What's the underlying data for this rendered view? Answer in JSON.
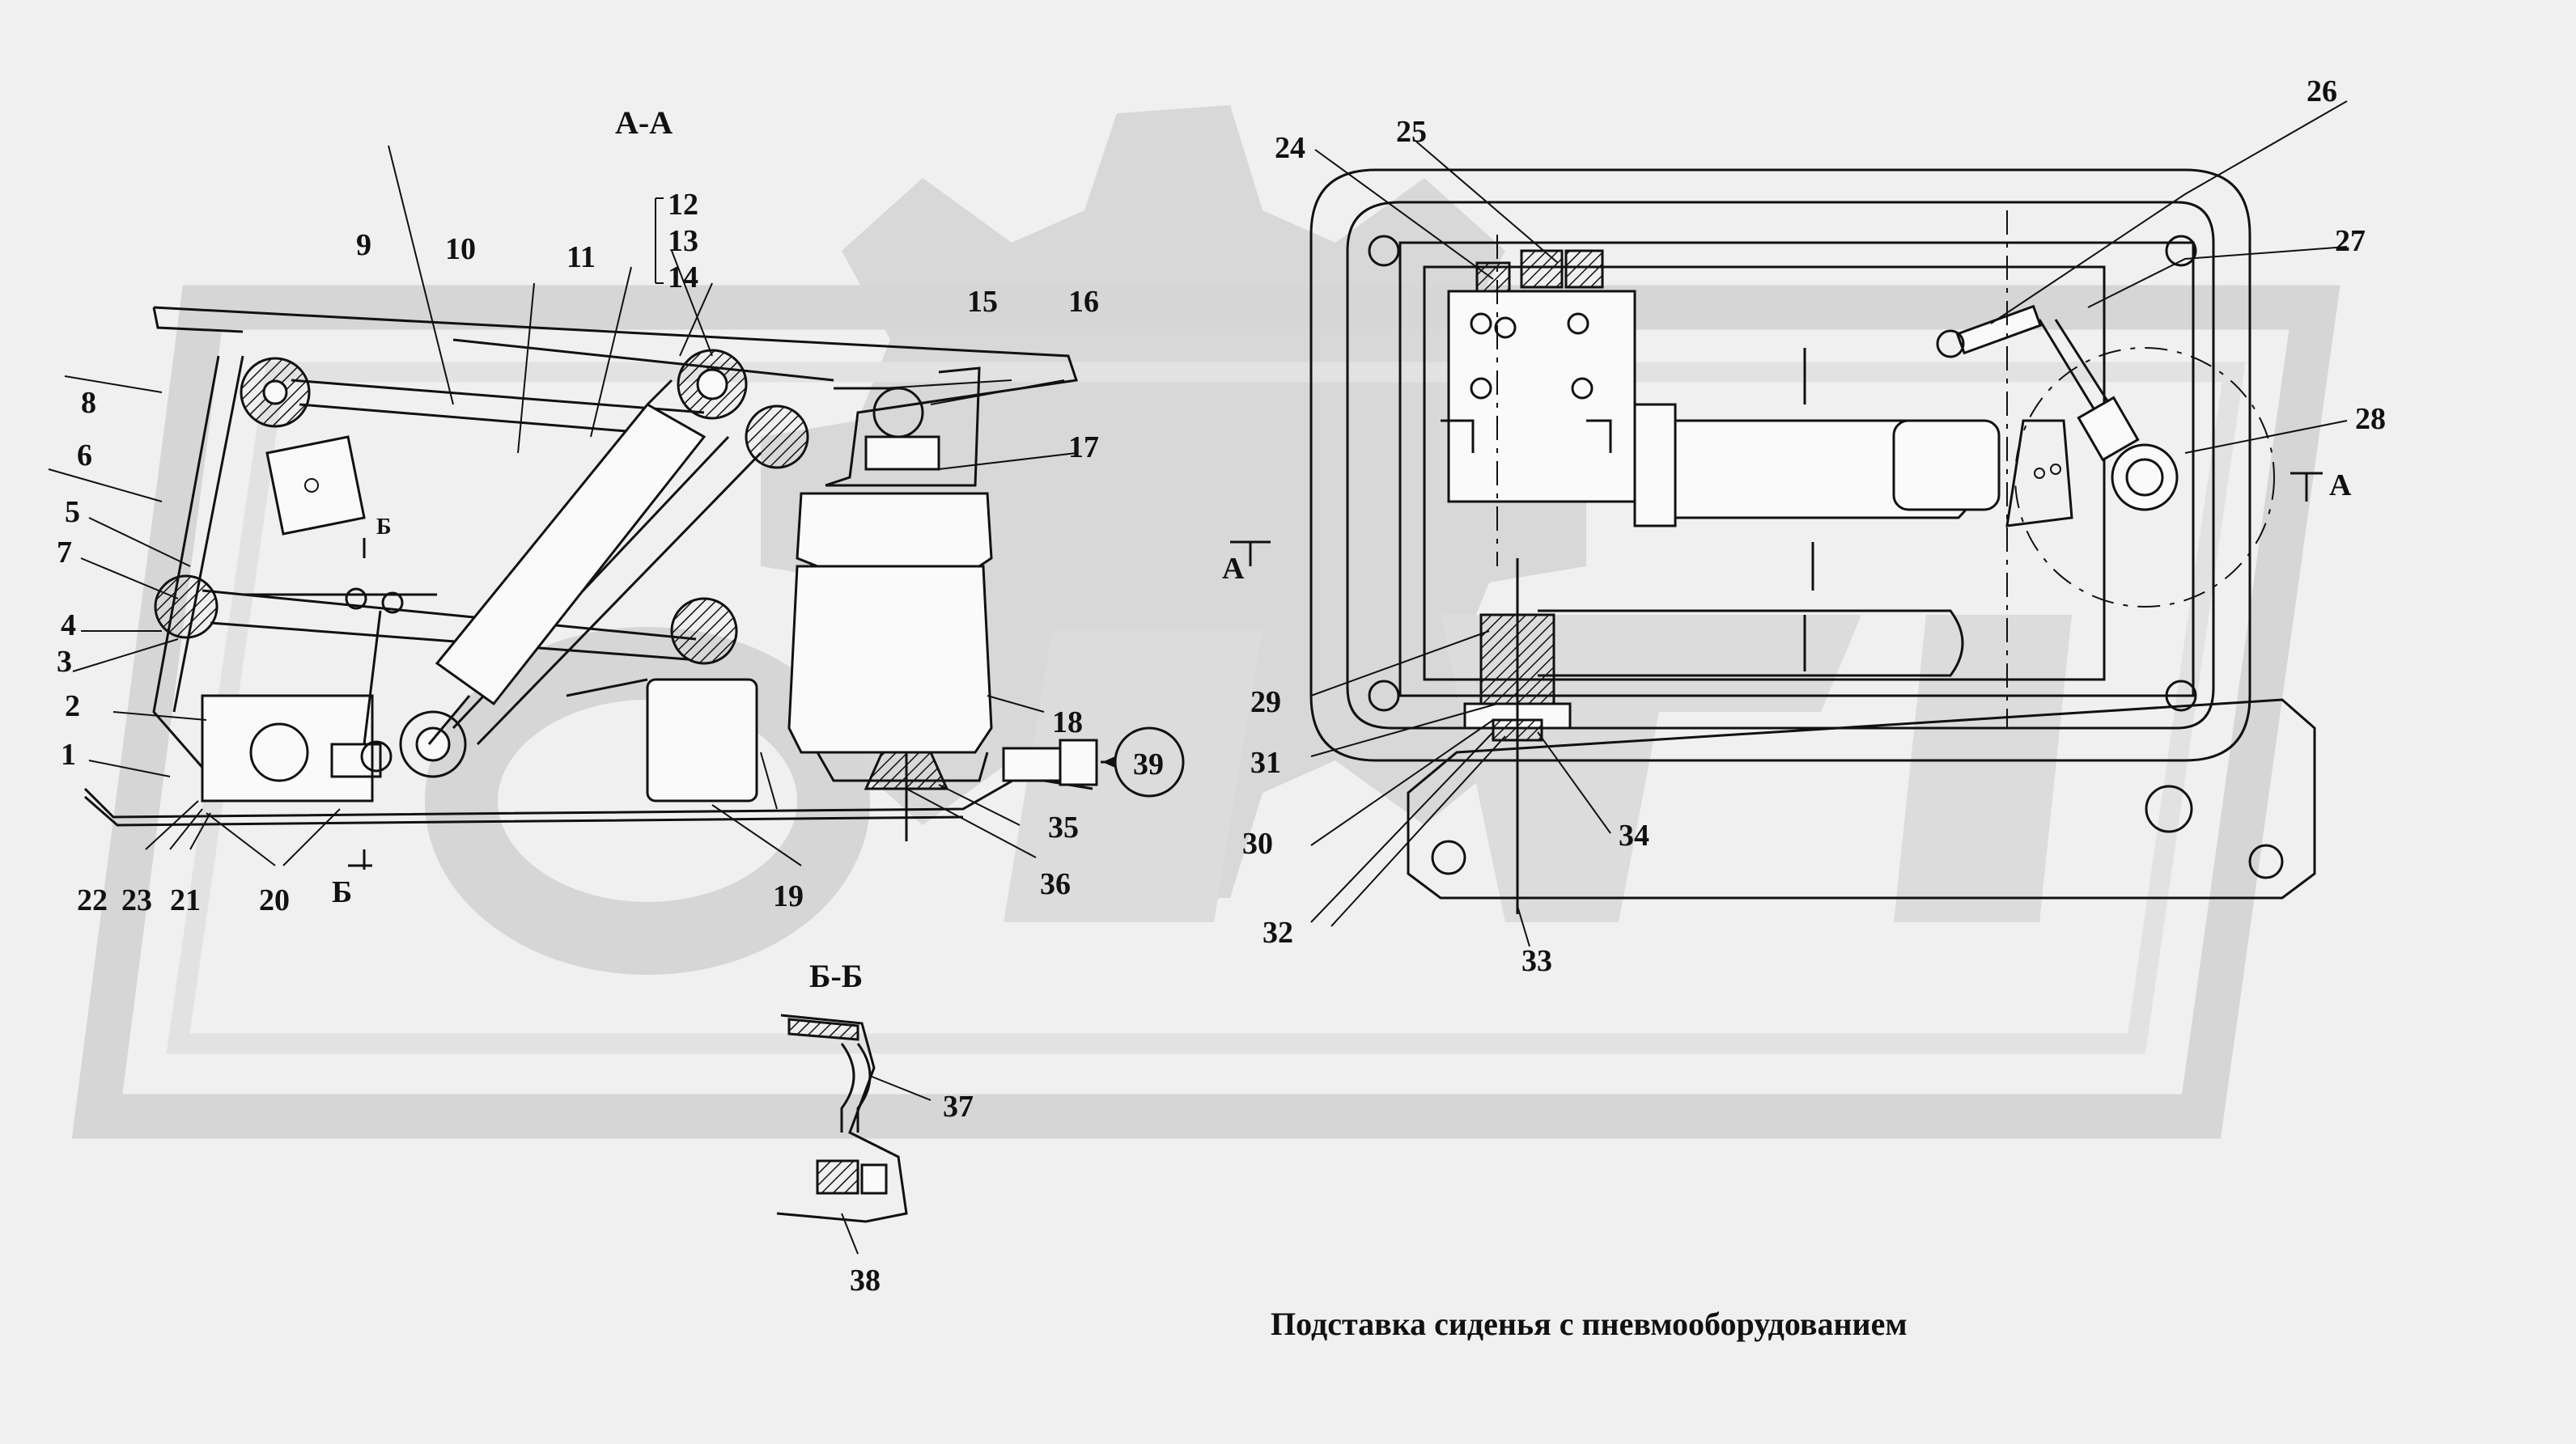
{
  "sections": {
    "aa": "А-А",
    "bb": "Б-Б",
    "cut_a_left": "А",
    "cut_a_right": "А",
    "cut_b_top": "Б",
    "cut_b_bottom": "Б"
  },
  "labels": [
    "1",
    "2",
    "3",
    "4",
    "5",
    "6",
    "7",
    "8",
    "9",
    "10",
    "11",
    "12",
    "13",
    "14",
    "15",
    "16",
    "17",
    "18",
    "19",
    "20",
    "21",
    "22",
    "23",
    "24",
    "25",
    "26",
    "27",
    "28",
    "29",
    "30",
    "31",
    "32",
    "33",
    "34",
    "35",
    "36",
    "37",
    "38",
    "39"
  ],
  "caption": "Подставка сиденья с пневмооборудованием",
  "colors": {
    "ink": "#111111",
    "watermark": "#d8d8d8",
    "background": "#f0f0f0"
  }
}
